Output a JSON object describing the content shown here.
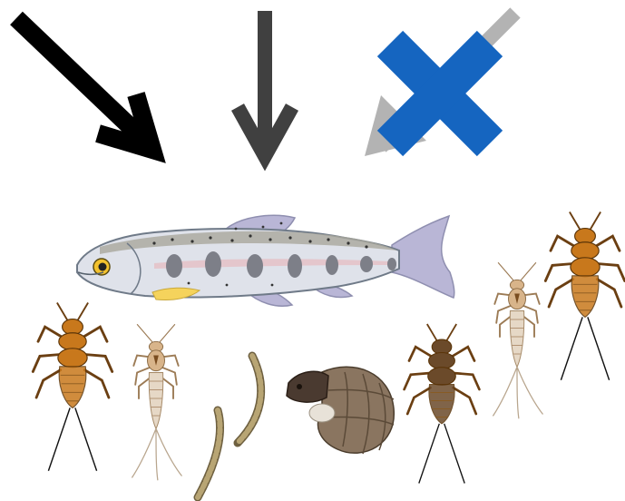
{
  "arrows": [
    {
      "name": "arrow-black",
      "color": "#000000"
    },
    {
      "name": "arrow-dark-gray",
      "color": "#404040"
    },
    {
      "name": "arrow-light-gray-crossed",
      "color": "#b3b3b3",
      "crossed": true
    }
  ],
  "cross_color": "#1565c0",
  "fish": {
    "icon": "trout-icon",
    "body_color": "#dfe2ea",
    "fin_color": "#b9b6d6",
    "spot_color": "#7d7f88",
    "belly_accent": "#f5d35c"
  },
  "invertebrates": [
    {
      "icon": "stonefly-nymph-icon",
      "color": "#c8781c"
    },
    {
      "icon": "mayfly-nymph-icon",
      "color": "#d8b48a"
    },
    {
      "icon": "midge-larva-icon",
      "color": "#9e8a5a"
    },
    {
      "icon": "midge-larva-icon",
      "color": "#9e8a5a"
    },
    {
      "icon": "caddisfly-larva-icon",
      "color": "#8a7560"
    },
    {
      "icon": "stonefly-nymph-icon",
      "color": "#6b4a2a"
    },
    {
      "icon": "mayfly-nymph-icon",
      "color": "#d8b48a"
    },
    {
      "icon": "stonefly-nymph-icon",
      "color": "#c8781c"
    }
  ]
}
